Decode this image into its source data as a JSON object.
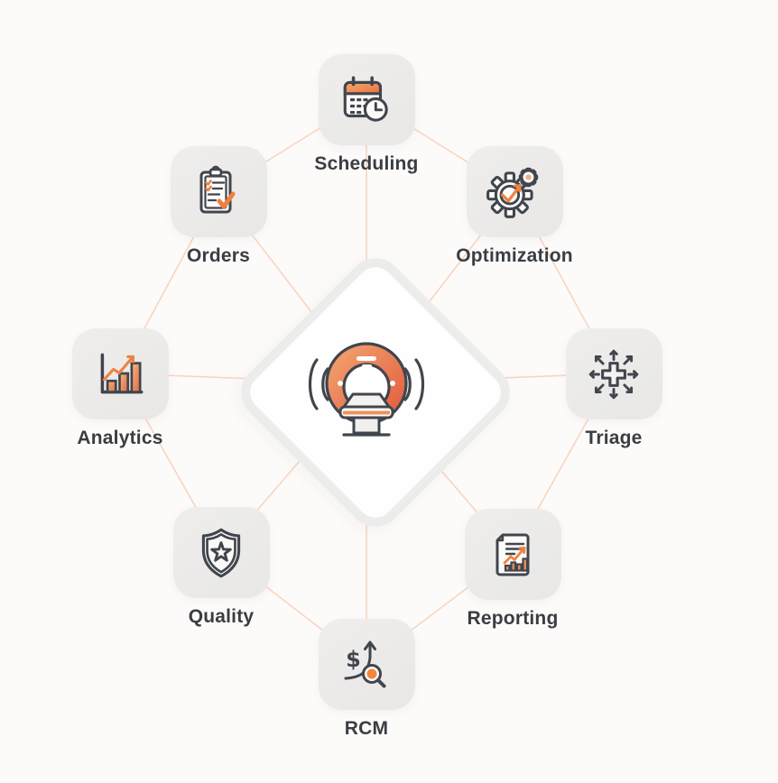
{
  "diagram": {
    "type": "hub-and-spoke",
    "background_color": "#fcfbfa",
    "connector_color": "#f8d5c0",
    "accent_color": "#ee8248",
    "card_color": "#ebeae9",
    "outline_color": "#41454d",
    "label_color": "#3a3d42",
    "center": {
      "icon": "mri-scanner-icon"
    },
    "nodes": [
      {
        "id": "scheduling",
        "label": "Scheduling",
        "icon": "calendar-clock-icon"
      },
      {
        "id": "orders",
        "label": "Orders",
        "icon": "clipboard-checklist-icon"
      },
      {
        "id": "optimization",
        "label": "Optimization",
        "icon": "gear-check-icon"
      },
      {
        "id": "analytics",
        "label": "Analytics",
        "icon": "bar-chart-arrow-icon"
      },
      {
        "id": "triage",
        "label": "Triage",
        "icon": "cross-arrows-icon"
      },
      {
        "id": "quality",
        "label": "Quality",
        "icon": "shield-star-icon"
      },
      {
        "id": "reporting",
        "label": "Reporting",
        "icon": "document-chart-icon"
      },
      {
        "id": "rcm",
        "label": "RCM",
        "icon": "dollar-growth-magnifier-icon"
      }
    ]
  }
}
